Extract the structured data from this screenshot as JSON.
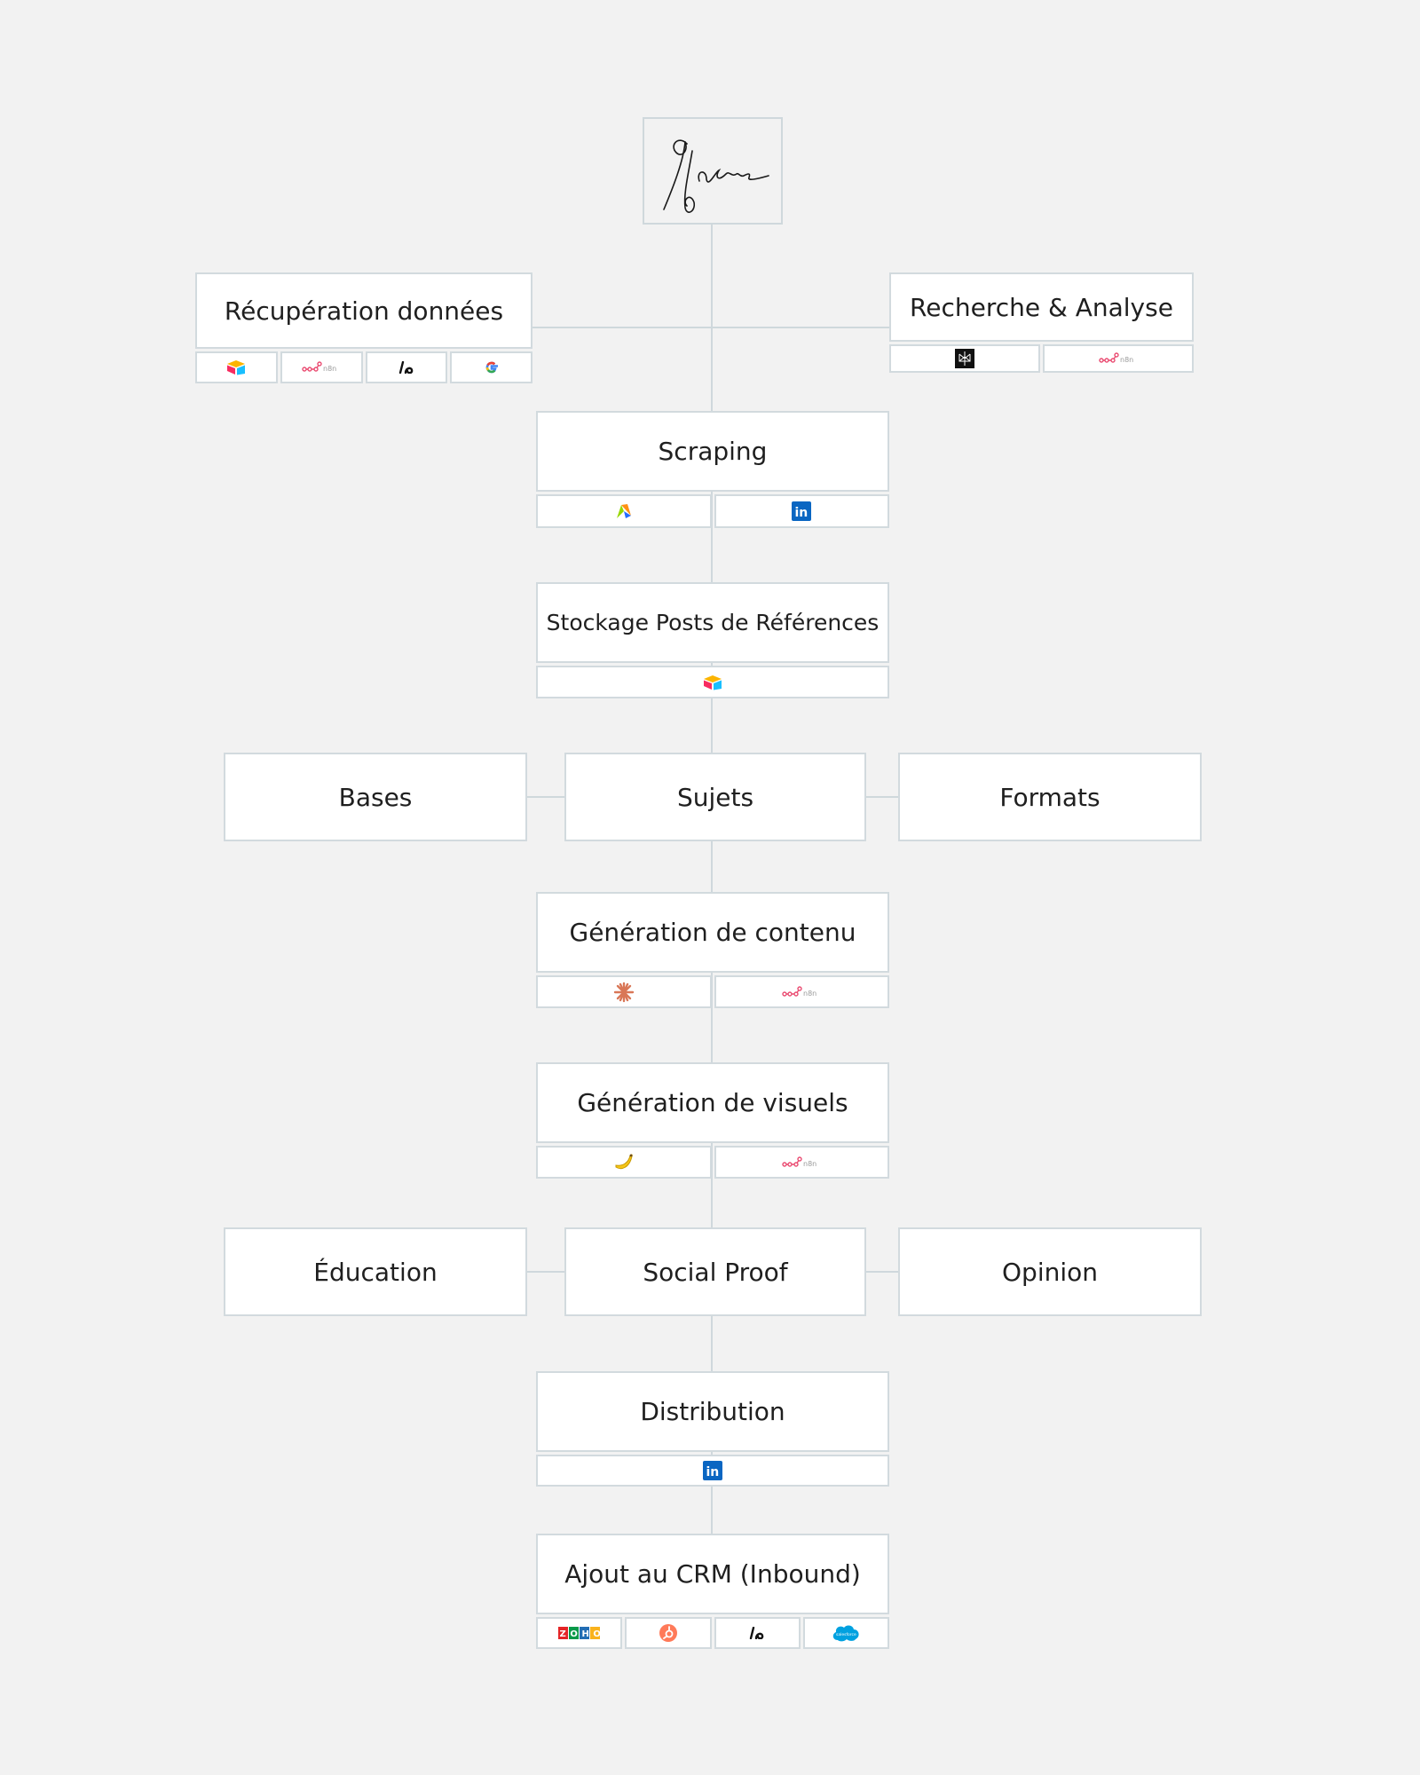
{
  "logo": {
    "text": "Idone",
    "icon": "signature-logo"
  },
  "nodes": {
    "recuperation": {
      "label": "Récupération données",
      "tools": [
        "airtable-icon",
        "n8n-icon",
        "lemlist-icon",
        "google-icon"
      ]
    },
    "recherche": {
      "label": "Recherche & Analyse",
      "tools": [
        "perplexity-icon",
        "n8n-icon"
      ]
    },
    "scraping": {
      "label": "Scraping",
      "tools": [
        "apify-icon",
        "linkedin-icon"
      ]
    },
    "stockage": {
      "label": "Stockage Posts de Références",
      "tools": [
        "airtable-icon"
      ]
    },
    "bases": {
      "label": "Bases"
    },
    "sujets": {
      "label": "Sujets"
    },
    "formats": {
      "label": "Formats"
    },
    "generation_contenu": {
      "label": "Génération de contenu",
      "tools": [
        "claude-icon",
        "n8n-icon"
      ]
    },
    "generation_visuels": {
      "label": "Génération de visuels",
      "tools": [
        "nano-banana-icon",
        "n8n-icon"
      ]
    },
    "education": {
      "label": "Éducation"
    },
    "social_proof": {
      "label": "Social Proof"
    },
    "opinion": {
      "label": "Opinion"
    },
    "distribution": {
      "label": "Distribution",
      "tools": [
        "linkedin-icon"
      ]
    },
    "crm": {
      "label": "Ajout au CRM (Inbound)",
      "tools": [
        "zoho-icon",
        "hubspot-icon",
        "lemlist-icon",
        "salesforce-icon"
      ]
    }
  },
  "tool_text": {
    "n8n": "n8n",
    "linkedin": "in",
    "zoho": "ZOHO",
    "salesforce": "salesforce"
  },
  "colors": {
    "background": "#f2f2f2",
    "box_border": "#d2dade",
    "connector": "#cfd8dc",
    "n8n": "#ea4b71",
    "linkedin": "#0a66c2",
    "hubspot": "#ff7a59",
    "salesforce": "#00a1e0",
    "claude": "#d97757"
  }
}
